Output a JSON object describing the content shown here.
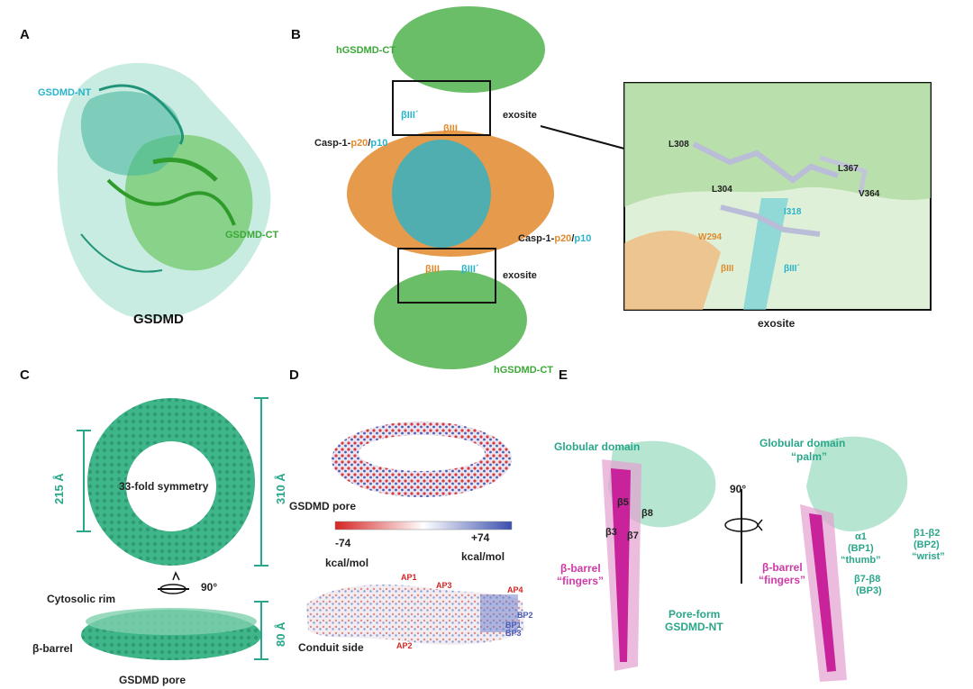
{
  "panels": {
    "A": {
      "letter": "A",
      "nt_label": "GSDMD-NT",
      "ct_label": "GSDMD-CT",
      "caption": "GSDMD"
    },
    "B": {
      "letter": "B",
      "hgsdmd_ct_top": "hGSDMD-CT",
      "hgsdmd_ct_bottom": "hGSDMD-CT",
      "exosite_top": "exosite",
      "exosite_bottom": "exosite",
      "casp_top_prefix": "Casp-1-",
      "casp_top_p20": "p20",
      "casp_top_slash": "/",
      "casp_top_p10": "p10",
      "casp_bottom_prefix": "Casp-1-",
      "casp_bottom_p20": "p20",
      "casp_bottom_slash": "/",
      "casp_bottom_p10": "p10",
      "beta3_prime_top": "βIII´",
      "beta3_top": "βIII",
      "beta3_bottom": "βIII",
      "beta3_prime_bottom": "βIII´",
      "zoom_caption": "exosite",
      "residues": {
        "L308": "L308",
        "L367": "L367",
        "L304": "L304",
        "V364": "V364",
        "I318": "I318",
        "W294": "W294",
        "beta3": "βIII",
        "beta3_prime": "βIII´"
      }
    },
    "C": {
      "letter": "C",
      "symmetry": "33-fold symmetry",
      "inner_diameter": "215 Å",
      "outer_diameter": "310 Å",
      "rotation": "90°",
      "cytosolic_rim": "Cytosolic rim",
      "beta_barrel": "β-barrel",
      "height": "80 Å",
      "caption": "GSDMD pore"
    },
    "D": {
      "letter": "D",
      "pore_label": "GSDMD pore",
      "scale_min": "-74",
      "scale_max": "+74",
      "unit_min": "kcal/mol",
      "unit_max": "kcal/mol",
      "conduit_label": "Conduit side",
      "ap1": "AP1",
      "ap2": "AP2",
      "ap3": "AP3",
      "ap4": "AP4",
      "bp1": "BP1",
      "bp2": "BP2",
      "bp3": "BP3"
    },
    "E": {
      "letter": "E",
      "globular_left": "Globular domain",
      "globular_right": "Globular domain",
      "palm": "“palm”",
      "b5": "β5",
      "b8": "β8",
      "b3": "β3",
      "b7": "β7",
      "barrel_left": "β-barrel",
      "fingers_left": "“fingers”",
      "pore_form": "Pore-form",
      "pore_form_nt": "GSDMD-NT",
      "rotation": "90°",
      "alpha1": "α1",
      "bp1": "(BP1)",
      "thumb": "“thumb”",
      "b1b2": "β1-β2",
      "bp2": "(BP2)",
      "wrist": "“wrist”",
      "barrel_right": "β-barrel",
      "fingers_right": "“fingers”",
      "b7b8": "β7-β8",
      "bp3": "(BP3)"
    }
  },
  "colors": {
    "gsdmd_nt": "#2bb3a0",
    "gsdmd_ct": "#3aa836",
    "casp_p20": "#e08a2c",
    "casp_p10": "#2bb3c9",
    "pore": "#3fb58a",
    "barrel": "#c8239b",
    "scale_neg": "#d62424",
    "scale_pos": "#3a4fae"
  }
}
